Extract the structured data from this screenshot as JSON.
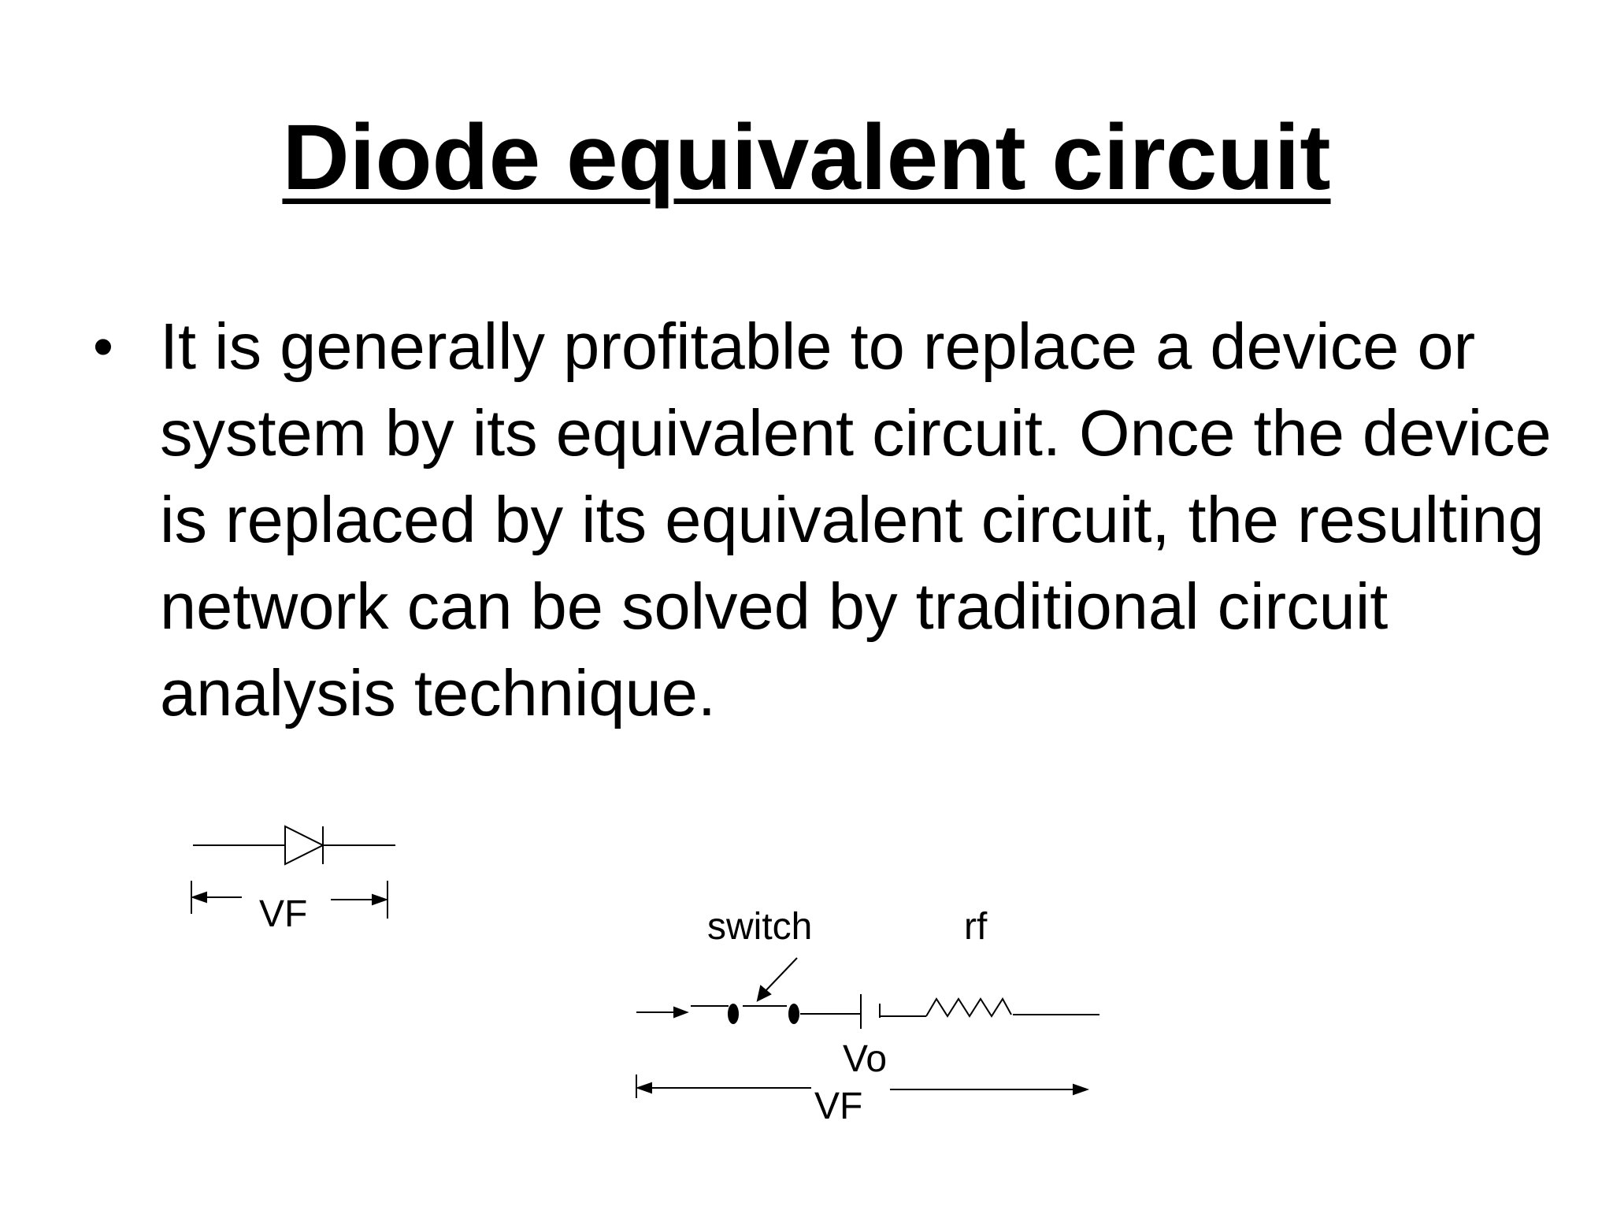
{
  "slide": {
    "title": "Diode equivalent circuit",
    "bullets": [
      "It is generally profitable to replace a device or system by its equivalent circuit. Once the device is replaced by its equivalent circuit, the resulting network can be solved by traditional circuit analysis technique."
    ]
  },
  "diagram_diode": {
    "label": "VF"
  },
  "diagram_equivalent": {
    "switch_label": "switch",
    "resistor_label": "rf",
    "source_label": "Vo",
    "span_label": "VF"
  }
}
